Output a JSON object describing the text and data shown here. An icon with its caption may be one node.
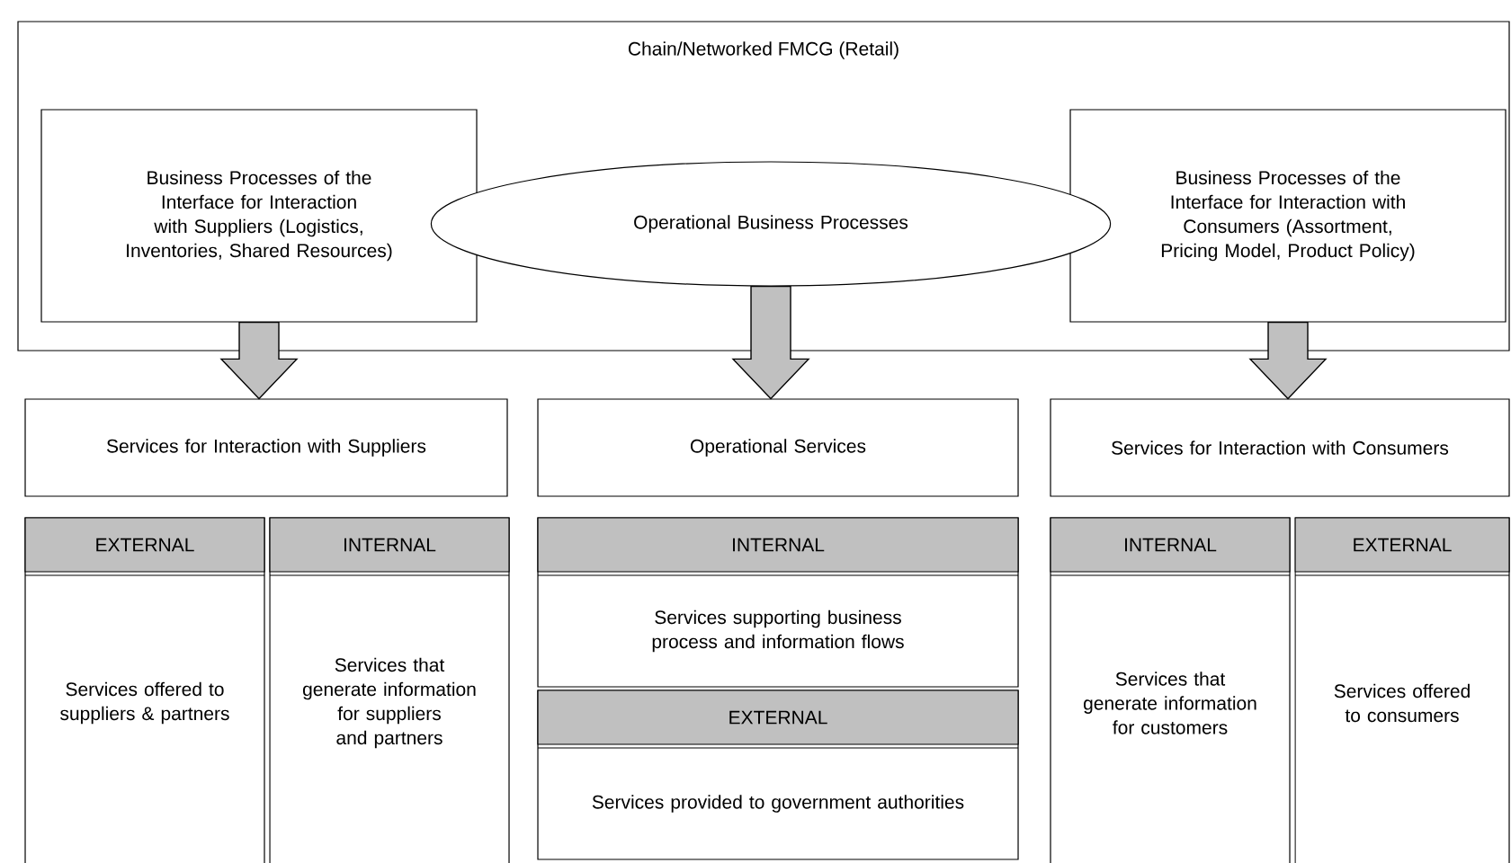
{
  "diagram": {
    "nodes": [
      {
        "text": [
          "Chain/Networked FMCG (Retail)"
        ]
      },
      {
        "text": [
          "Business Processes of the Interface for Interaction with Suppliers (Logistics, Inventories, Shared Resources)"
        ],
        "in": 0
      },
      {
        "text": [
          "Operational Business Processes"
        ],
        "in": 0
      },
      {
        "text": [
          "Business Processes of the Interface for Interaction with Consumers (Assortment, Pricing Model, Product Policy)"
        ],
        "in": 0
      },
      {
        "text": [
          "Services for Interaction with Suppliers"
        ]
      },
      {
        "text": [
          "Operational Services"
        ]
      },
      {
        "text": [
          "Services for Interaction with Consumers"
        ]
      },
      {
        "text": [
          "EXTERNAL",
          "Services offered to suppliers & partners"
        ]
      },
      {
        "text": [
          "INTERNAL",
          "Services that generate information for suppliers and partners"
        ]
      },
      {
        "text": [
          "INTERNAL",
          "Services supporting business process and information flows"
        ]
      },
      {
        "text": [
          "EXTERNAL",
          "Services provided to government authorities"
        ]
      },
      {
        "text": [
          "INTERNAL",
          "Services that generate information for customers"
        ]
      },
      {
        "text": [
          "EXTERNAL",
          "Services offered to consumers"
        ]
      }
    ],
    "edges": [
      {
        "from": 1,
        "to": 4,
        "arrow": "to"
      },
      {
        "from": 2,
        "to": 5,
        "arrow": "to"
      },
      {
        "from": 3,
        "to": 6,
        "arrow": "to"
      }
    ]
  }
}
